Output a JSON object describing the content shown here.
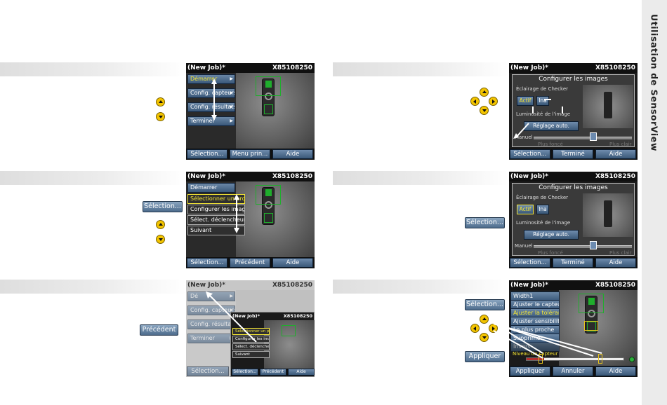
{
  "side_tab": "Utilisation de SensorView",
  "controls": {
    "selection": "Sélection...",
    "precedent": "Précédent",
    "appliquer": "Appliquer"
  },
  "screens": {
    "s1": {
      "job": "(New Job)*",
      "serial": "X85108250",
      "menu": [
        "Démarrer",
        "Config. capteurs",
        "Config. résultats",
        "Terminer"
      ],
      "footer": [
        "Sélection...",
        "Menu prin...",
        "Aide"
      ]
    },
    "s2": {
      "job": "(New Job)*",
      "serial": "X85108250",
      "top": "Démarrer",
      "submenu": [
        "Sélectionner un projet",
        "Configurer les images",
        "Sélect. déclencheur",
        "Suivant"
      ],
      "footer": [
        "Sélection...",
        "Précédent",
        "Aide"
      ]
    },
    "s3": {
      "job": "(New Job)*",
      "serial": "X85108250",
      "menu": [
        "Dé",
        "Config. capteurs",
        "Config. résultats",
        "Terminer"
      ],
      "footer": [
        "Sélection..."
      ],
      "inset": {
        "job": "(New Job)*",
        "serial": "X85108250",
        "items": [
          "Sélectionner un projet",
          "Configurer les images",
          "Sélect. déclencheur",
          "Suivant"
        ],
        "footer": [
          "Sélection...",
          "Précédent",
          "Aide"
        ]
      }
    },
    "s4": {
      "job": "(New Job)*",
      "serial": "X85108250",
      "title": "Configurer les images",
      "section1": "Éclairage de Checker",
      "actif": "Actif",
      "ina": "Ina",
      "section2": "Luminosité de l'image",
      "auto": "Réglage auto.",
      "manuel": "Manuel",
      "plus_fonce": "Plus foncé",
      "plus_clair": "Plus clair",
      "footer": [
        "Sélection...",
        "Terminé",
        "Aide"
      ]
    },
    "s5": {
      "job": "(New Job)*",
      "serial": "X85108250",
      "title": "Configurer les images",
      "section1": "Éclairage de Checker",
      "actif": "Actif",
      "ina": "Ina",
      "section2": "Luminosité de l'image",
      "auto": "Réglage auto.",
      "manuel": "Manuel",
      "plus_fonce": "Plus foncé",
      "plus_clair": "Plus clair",
      "footer": [
        "Sélection...",
        "Terminé",
        "Aide"
      ]
    },
    "s6": {
      "job": "(New Job)*",
      "serial": "X85108250",
      "menu": [
        "Width1",
        "Ajuster le capteur",
        "Ajuster la tolérance",
        "Ajuster sensibilité",
        "Le plus proche",
        "Supprimer",
        "Invers"
      ],
      "level": "Niveau de capteur",
      "footer": [
        "Appliquer",
        "Annuler",
        "Aide"
      ]
    }
  }
}
